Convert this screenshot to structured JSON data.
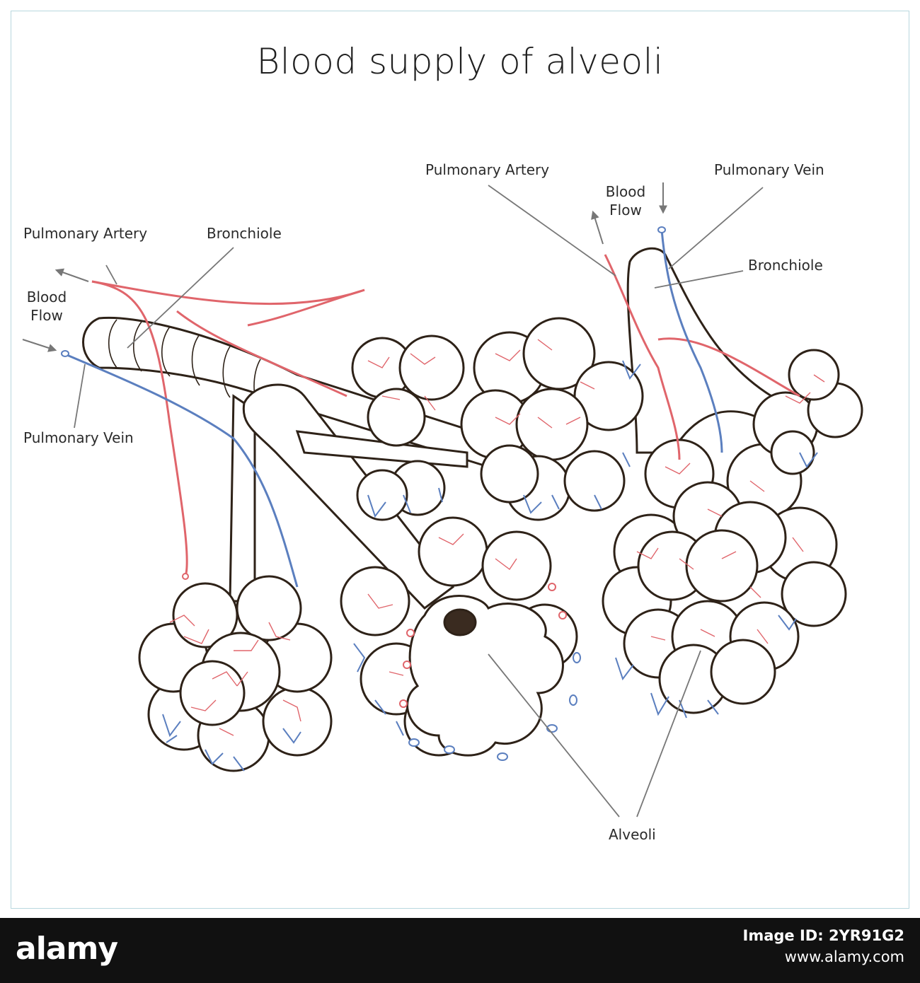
{
  "title": "Blood supply of alveoli",
  "labels": {
    "left_pulmonary_artery": "Pulmonary Artery",
    "left_bronchiole": "Bronchiole",
    "left_blood_flow": "Blood Flow",
    "left_pulmonary_vein": "Pulmonary Vein",
    "right_pulmonary_artery": "Pulmonary Artery",
    "right_blood_flow": "Blood Flow",
    "right_pulmonary_vein": "Pulmonary Vein",
    "right_bronchiole": "Bronchiole",
    "alveoli": "Alveoli"
  },
  "footer": {
    "brand": "alamy",
    "image_id": "Image ID: 2YR91G2",
    "site": "www.alamy.com"
  },
  "colors": {
    "artery": "#e0656b",
    "vein": "#5b7fbf",
    "outline": "#2e2218",
    "frame": "#b9d7df"
  }
}
